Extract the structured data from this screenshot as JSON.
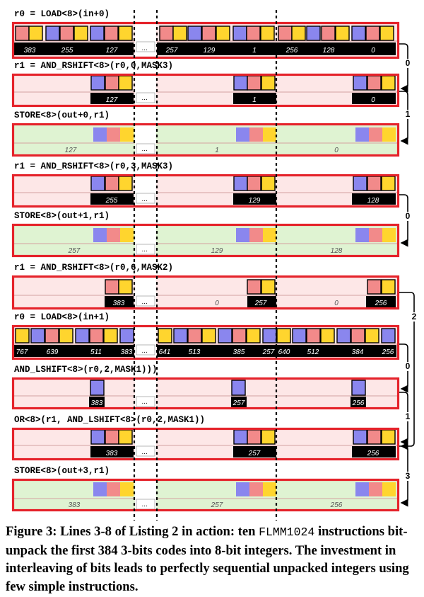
{
  "colors": {
    "frame": "#e5232b",
    "reg_bg": "#fde7e7",
    "store_bg": "#dff3d2",
    "blue": "#8a86ee",
    "pink": "#f28a8a",
    "yellow": "#ffd52e",
    "label_bg": "#000000"
  },
  "rows": [
    {
      "label": "r0 = LOAD<8>(in+0)",
      "kind": "load"
    },
    {
      "label": "r1 = AND_RSHIFT<8>(r0,0,MASK3)",
      "kind": "reg"
    },
    {
      "label": "STORE<8>(out+0,r1)",
      "kind": "store"
    },
    {
      "label": "r1 = AND_RSHIFT<8>(r0,3,MASK3)",
      "kind": "reg"
    },
    {
      "label": "STORE<8>(out+1,r1)",
      "kind": "store"
    },
    {
      "label": "r1 = AND_RSHIFT<8>(r0,6,MASK2)",
      "kind": "reg"
    },
    {
      "label": "r0 = LOAD<8>(in+1)",
      "kind": "load"
    },
    {
      "label": "AND_LSHIFT<8>(r0,2,MASK1)))",
      "kind": "reg"
    },
    {
      "label": "OR<8>(r1, AND_LSHIFT<8>(r0,2,MASK1))",
      "kind": "reg"
    },
    {
      "label": "STORE<8>(out+3,r1)",
      "kind": "store"
    }
  ],
  "value_labels": [
    [
      "383",
      "255",
      "127",
      "...",
      "257",
      "129",
      "1",
      "256",
      "128",
      "0"
    ],
    [
      "127",
      "...",
      "1",
      "0"
    ],
    [
      "127",
      "...",
      "1",
      "0"
    ],
    [
      "255",
      "...",
      "129",
      "128"
    ],
    [
      "257",
      "...",
      "129",
      "128"
    ],
    [
      "383",
      "...",
      "0",
      "257",
      "0",
      "256"
    ],
    [
      "767",
      "639",
      "511",
      "383",
      "...",
      "641",
      "513",
      "385",
      "257",
      "640",
      "512",
      "384",
      "256"
    ],
    [
      "383",
      "...",
      "257",
      "256"
    ],
    [
      "383",
      "...",
      "257",
      "256"
    ],
    [
      "383",
      "...",
      "257",
      "256"
    ]
  ],
  "arrow_labels": [
    "0",
    "1",
    "0",
    "2",
    "0",
    "1",
    "3"
  ],
  "ellipsis": "...",
  "caption": {
    "prefix": "Figure 3: Lines 3-8 of Listing 2 in action: ten ",
    "code": "FLMM1024",
    "suffix": " instructions bit-unpack the first 384 3-bits codes into 8-bit integers. The investment in interleaving of bits leads to perfectly sequential unpacked integers using few simple instructions."
  }
}
